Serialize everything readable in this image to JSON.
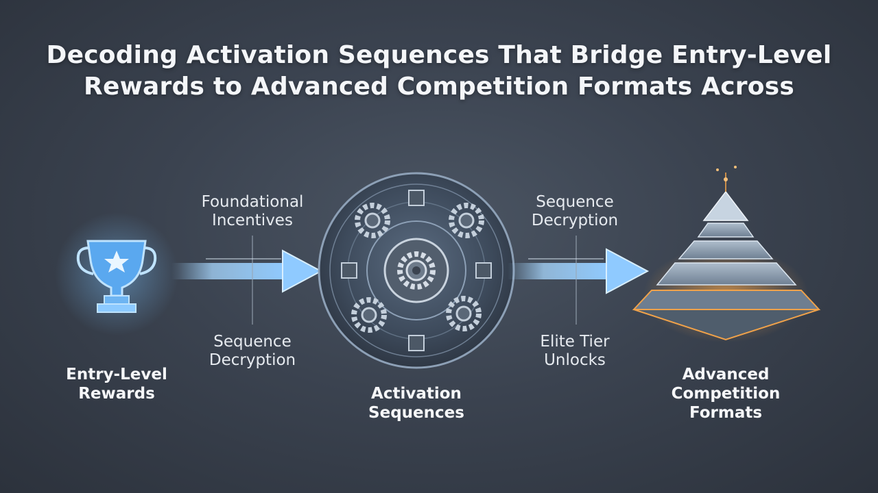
{
  "title": {
    "line1": "Decoding Activation Sequences That Bridge Entry-Level",
    "line2": "Rewards to Advanced Competition Formats Across"
  },
  "nodes": {
    "entry": {
      "line1": "Entry-Level",
      "line2": "Rewards",
      "icon": "trophy-icon"
    },
    "activation": {
      "line1": "Activation",
      "line2": "Sequences",
      "icon": "gear-circuit-icon"
    },
    "advanced": {
      "line1": "Advanced",
      "line2": "Competition",
      "line3": "Formats",
      "icon": "pyramid-icon"
    }
  },
  "connectors": {
    "left": {
      "top_line1": "Foundational",
      "top_line2": "Incentives",
      "bottom_line1": "Sequence",
      "bottom_line2": "Decryption"
    },
    "right": {
      "top_line1": "Sequence",
      "top_line2": "Decryption",
      "bottom_line1": "Elite Tier",
      "bottom_line2": "Unlocks"
    }
  },
  "colors": {
    "accent_blue": "#7cc4ff",
    "glow_orange": "#f0a24a",
    "background": "#3b4350"
  }
}
